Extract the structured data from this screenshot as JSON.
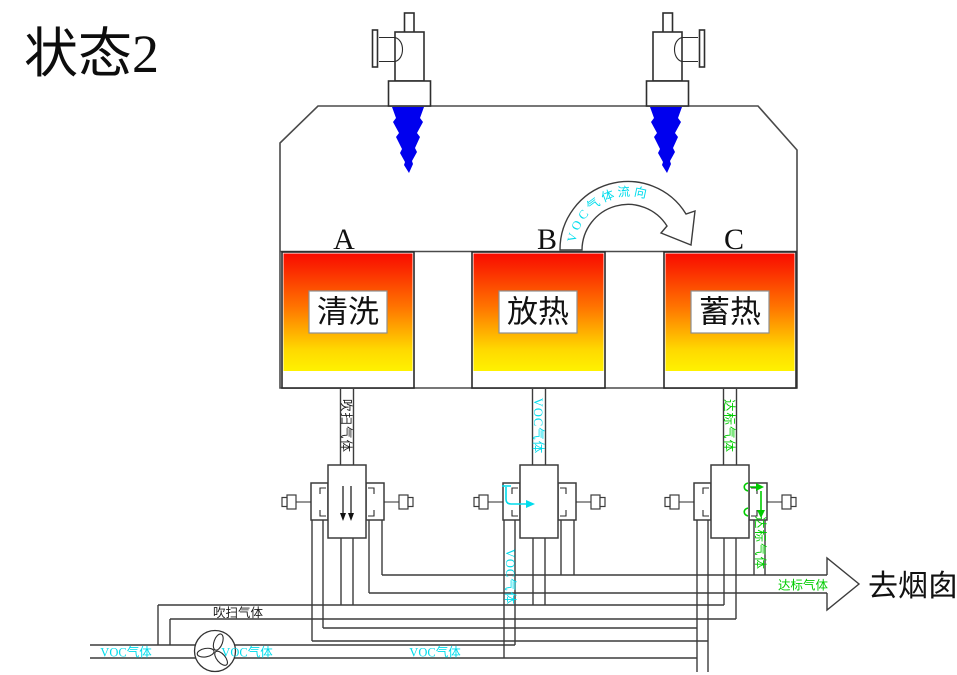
{
  "title": "状态2",
  "chambers": [
    {
      "letter": "A",
      "state": "清洗"
    },
    {
      "letter": "B",
      "state": "放热"
    },
    {
      "letter": "C",
      "state": "蓄热"
    }
  ],
  "flow_arc_label": "VOC气体流向",
  "gas_labels": {
    "voc": "VOC气体",
    "purge": "吹扫气体",
    "clean": "达标气体"
  },
  "chimney_label": "去烟囱",
  "colors": {
    "voc_cyan": "#00dcec",
    "clean_green": "#00cc00",
    "flame_blue": "#0000ee",
    "chamber_gradient_top": "#f90b00",
    "chamber_gradient_mid": "#ff7300",
    "chamber_gradient_hi": "#ffd900",
    "chamber_gradient_bottom": "#fff200",
    "line": "#3c3c3c"
  }
}
